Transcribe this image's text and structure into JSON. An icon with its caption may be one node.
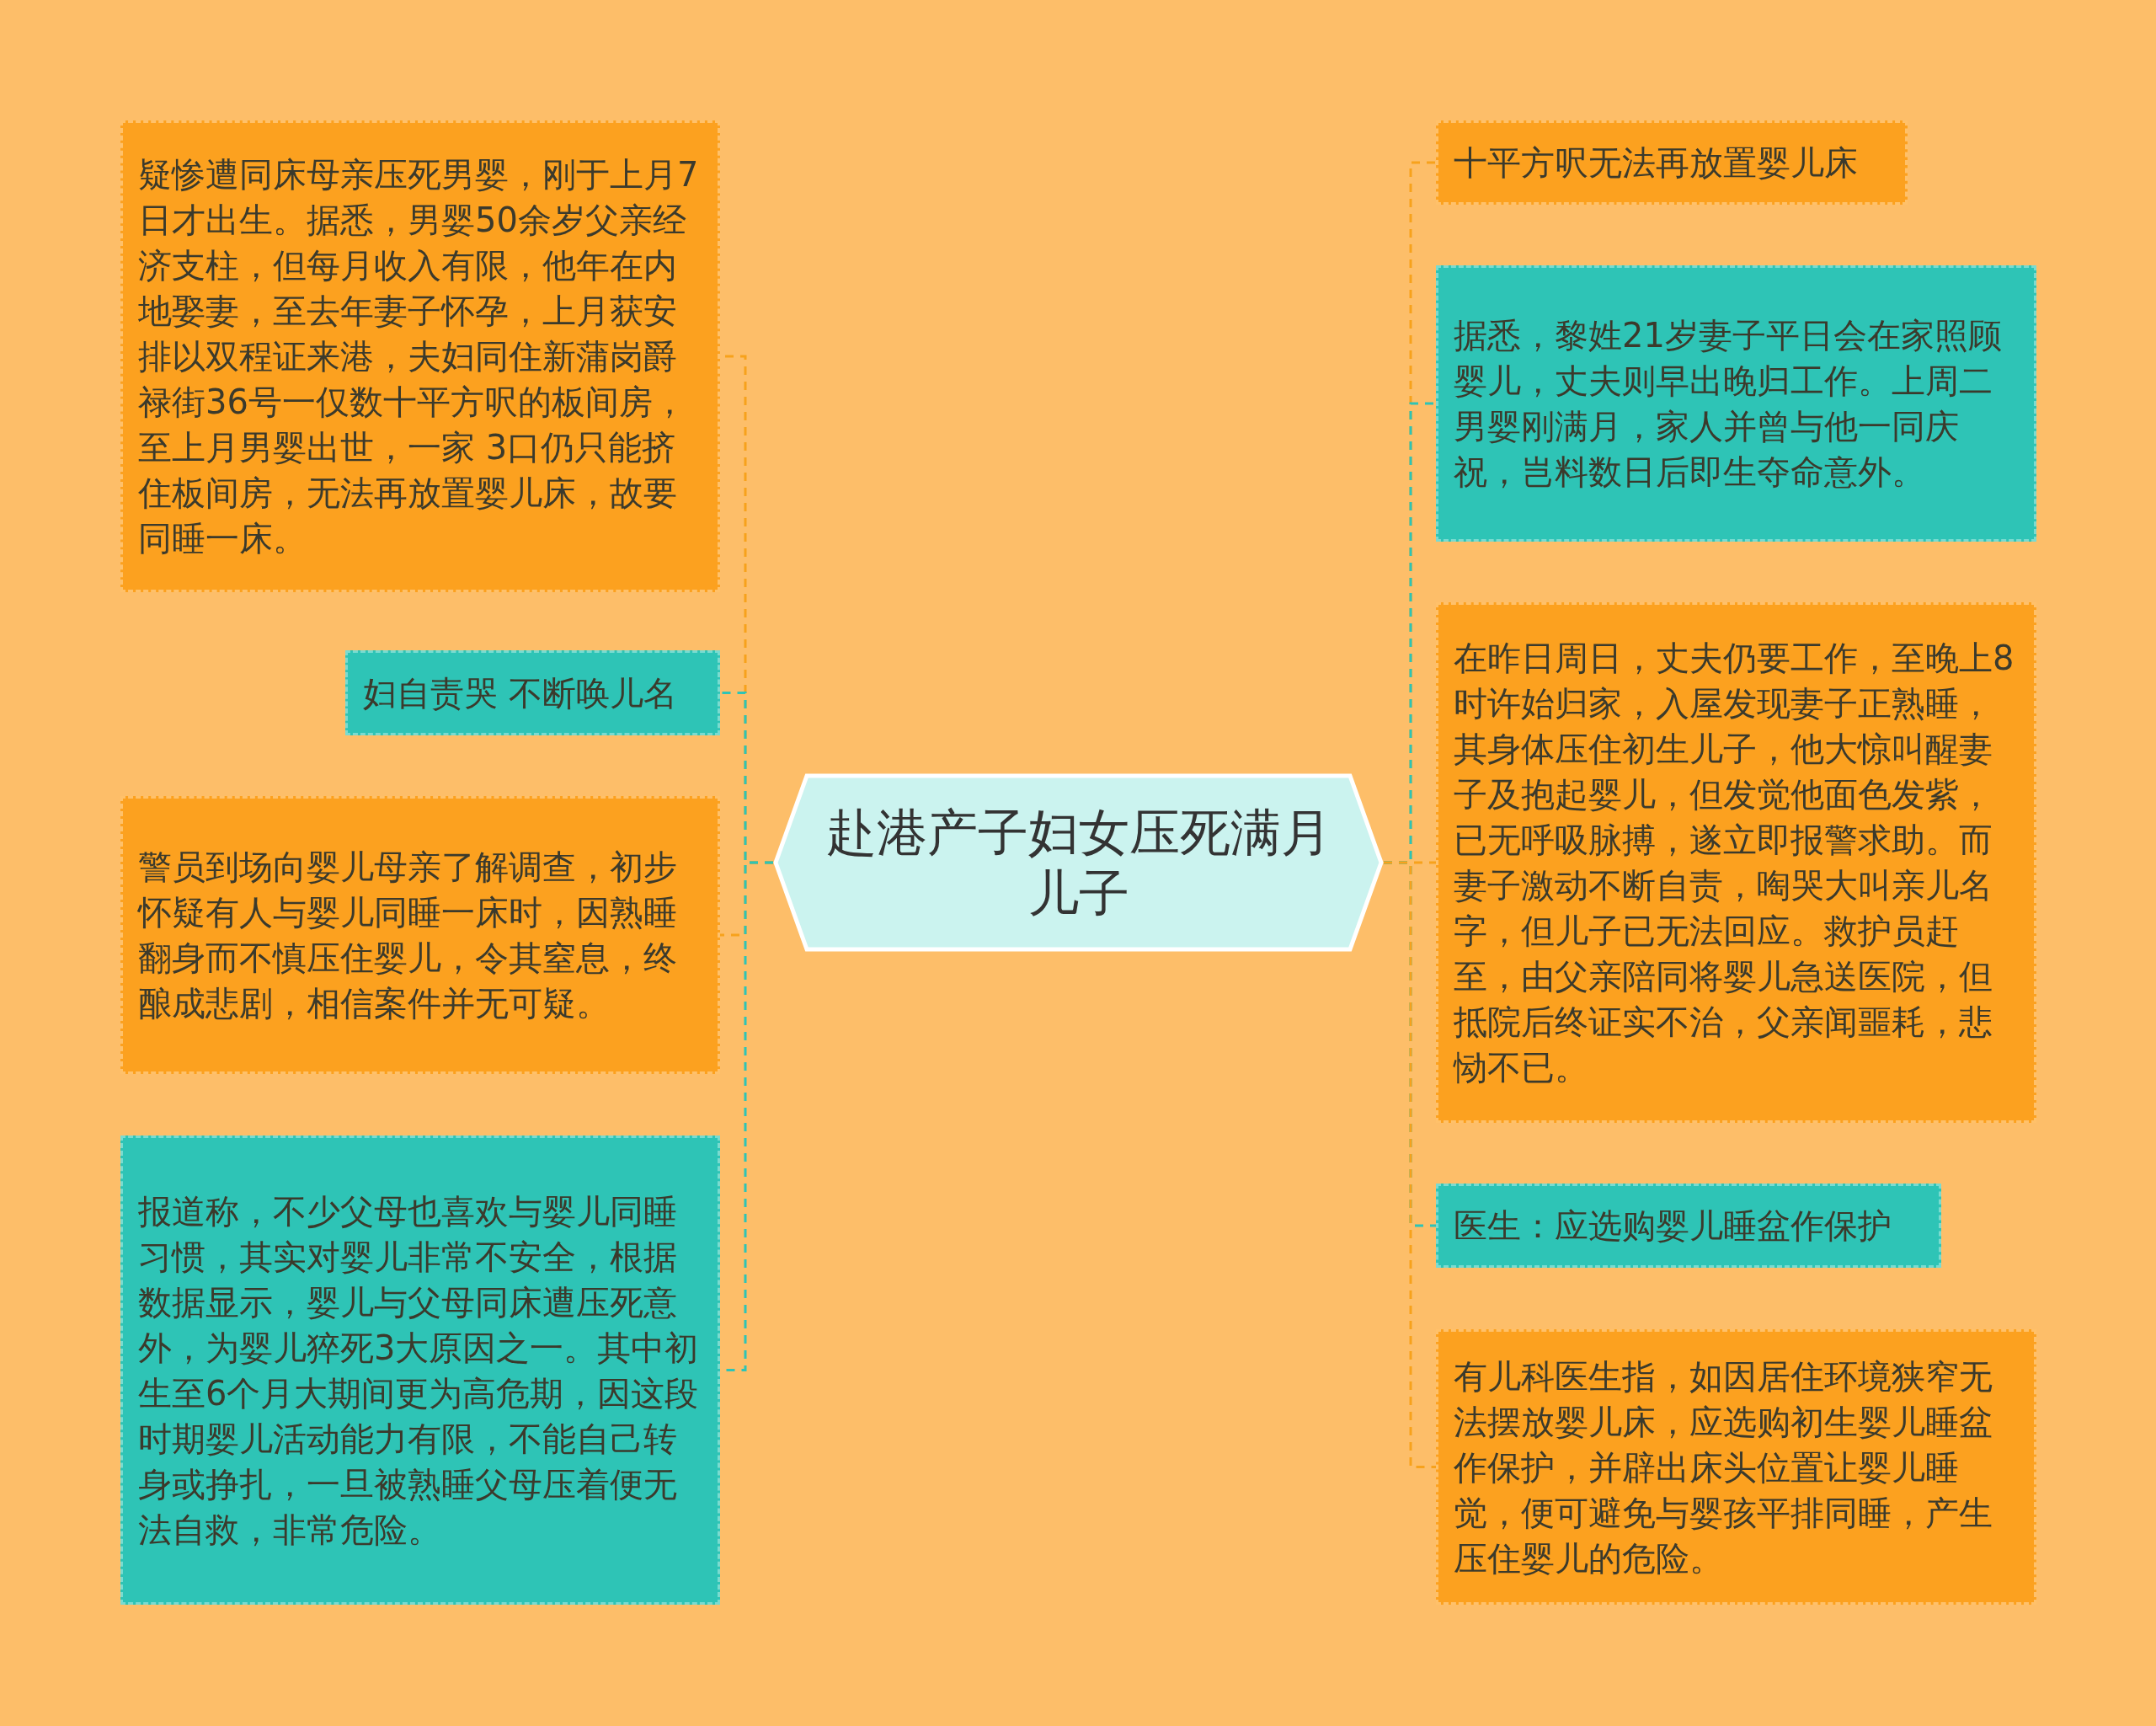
{
  "diagram": {
    "nodes": [
      {
        "text": [
          "赴港产子妇女压死满月儿子"
        ]
      },
      {
        "text": [
          "疑惨遭同床母亲压死男婴，刚于上月7日才出生。据悉，男婴50余岁父亲经济支柱，但每月收入有限，他年在内地娶妻，至去年妻子怀孕，上月获安排以双程证来港，夫妇同住新蒲岗爵禄街36号一仅数十平方呎的板间房，至上月男婴出世，一家 3口仍只能挤住板间房，无法再放置婴儿床，故要同睡一床。"
        ]
      },
      {
        "text": [
          "妇自责哭 不断唤儿名"
        ]
      },
      {
        "text": [
          "警员到场向婴儿母亲了解调查，初步怀疑有人与婴儿同睡一床时，因熟睡翻身而不慎压住婴儿，令其窒息，终酿成悲剧，相信案件并无可疑。"
        ]
      },
      {
        "text": [
          "报道称，不少父母也喜欢与婴儿同睡习惯，其实对婴儿非常不安全，根据数据显示，婴儿与父母同床遭压死意外，为婴儿猝死3大原因之一。其中初生至6个月大期间更为高危期，因这段时期婴儿活动能力有限，不能自己转身或挣扎，一旦被熟睡父母压着便无法自救，非常危险。"
        ]
      },
      {
        "text": [
          "十平方呎无法再放置婴儿床"
        ]
      },
      {
        "text": [
          "据悉，黎姓21岁妻子平日会在家照顾婴儿，丈夫则早出晚归工作。上周二男婴刚满月，家人并曾与他一同庆祝，岂料数日后即生夺命意外。"
        ]
      },
      {
        "text": [
          "在昨日周日，丈夫仍要工作，至晚上8时许始归家，入屋发现妻子正熟睡，其身体压住初生儿子，他大惊叫醒妻子及抱起婴儿，但发觉他面色发紫，已无呼吸脉搏，遂立即报警求助。而妻子激动不断自责，啕哭大叫亲儿名字，但儿子已无法回应。救护员赶至，由父亲陪同将婴儿急送医院，但抵院后终证实不治，父亲闻噩耗，悲恸不已。"
        ]
      },
      {
        "text": [
          "医生：应选购婴儿睡盆作保护"
        ]
      },
      {
        "text": [
          "有儿科医生指，如因居住环境狭窄无法摆放婴儿床，应选购初生婴儿睡盆作保护，并辟出床头位置让婴儿睡觉，便可避免与婴孩平排同睡，产生压住婴儿的危险。"
        ]
      }
    ],
    "edges": [
      {
        "from": 0,
        "to": 1,
        "arrow": "none",
        "style": "dashed"
      },
      {
        "from": 0,
        "to": 2,
        "arrow": "none",
        "style": "dashed",
        "color": "#2ec4b6"
      },
      {
        "from": 0,
        "to": 3,
        "arrow": "none",
        "style": "dashed"
      },
      {
        "from": 0,
        "to": 4,
        "arrow": "none",
        "style": "dashed",
        "color": "#2ec4b6"
      },
      {
        "from": 0,
        "to": 5,
        "arrow": "none",
        "style": "dashed"
      },
      {
        "from": 0,
        "to": 6,
        "arrow": "none",
        "style": "dashed",
        "color": "#2ec4b6"
      },
      {
        "from": 0,
        "to": 7,
        "arrow": "none",
        "style": "dashed"
      },
      {
        "from": 0,
        "to": 8,
        "arrow": "none",
        "style": "dashed",
        "color": "#2ec4b6"
      },
      {
        "from": 0,
        "to": 9,
        "arrow": "none",
        "style": "dashed"
      }
    ]
  }
}
